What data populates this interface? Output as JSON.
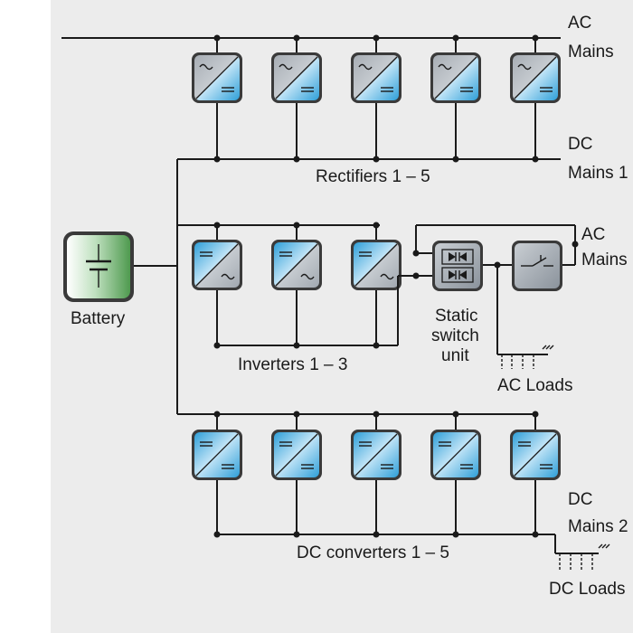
{
  "labels": {
    "ac_mains_top_1": "AC",
    "ac_mains_top_2": "Mains",
    "dc_mains1_1": "DC",
    "dc_mains1_2": "Mains 1",
    "rectifiers": "Rectifiers 1 – 5",
    "battery": "Battery",
    "ac_mains_mid_1": "AC",
    "ac_mains_mid_2": "Mains",
    "inverters": "Inverters 1 – 3",
    "static_switch_1": "Static",
    "static_switch_2": "switch",
    "static_switch_3": "unit",
    "ac_loads": "AC Loads",
    "dc_mains2_1": "DC",
    "dc_mains2_2": "Mains 2",
    "dc_converters": "DC converters 1 – 5",
    "dc_loads": "DC Loads"
  },
  "blocks": {
    "rectifiers": [
      "Rectifier 1",
      "Rectifier 2",
      "Rectifier 3",
      "Rectifier 4",
      "Rectifier 5"
    ],
    "inverters": [
      "Inverter 1",
      "Inverter 2",
      "Inverter 3"
    ],
    "dc_converters": [
      "DC converter 1",
      "DC converter 2",
      "DC converter 3",
      "DC converter 4",
      "DC converter 5"
    ]
  },
  "colors": {
    "panel_bg": "#ececec",
    "block_blue": "#3aa7dc",
    "block_grey": "#9aa2ab",
    "battery_green": "#5aa25a"
  }
}
